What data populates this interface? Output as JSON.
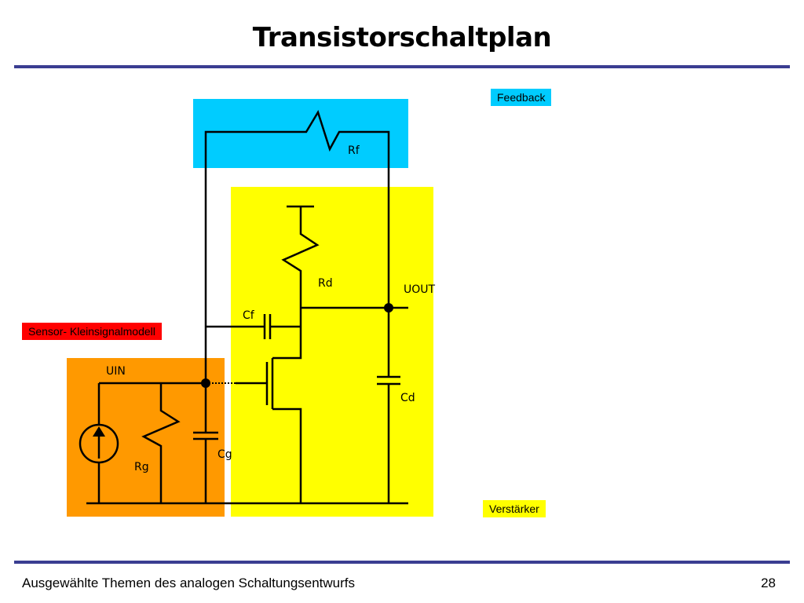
{
  "title": "Transistorschaltplan",
  "footer": {
    "text": "Ausgewählte Themen des analogen Schaltungsentwurfs",
    "page": "28"
  },
  "colors": {
    "rule": "#3a3d91",
    "feedback": "#00ccff",
    "amplifier": "#ffff00",
    "sensor": "#ff9900",
    "sensor_label": "#ff0000",
    "wire": "#000000"
  },
  "legend": {
    "feedback": "Feedback",
    "sensor": "Sensor- Kleinsignalmodell",
    "verstaerker": "Verstärker"
  },
  "labels": {
    "rf": "Rf",
    "rd": "Rd",
    "uout": "UOUT",
    "cf": "Cf",
    "uin": "UIN",
    "cd": "Cd",
    "cg": "Cg",
    "rg": "Rg"
  },
  "icons": {
    "current_source": "current-source-icon",
    "resistor": "resistor-icon",
    "capacitor": "capacitor-icon",
    "transistor": "mosfet-icon"
  }
}
